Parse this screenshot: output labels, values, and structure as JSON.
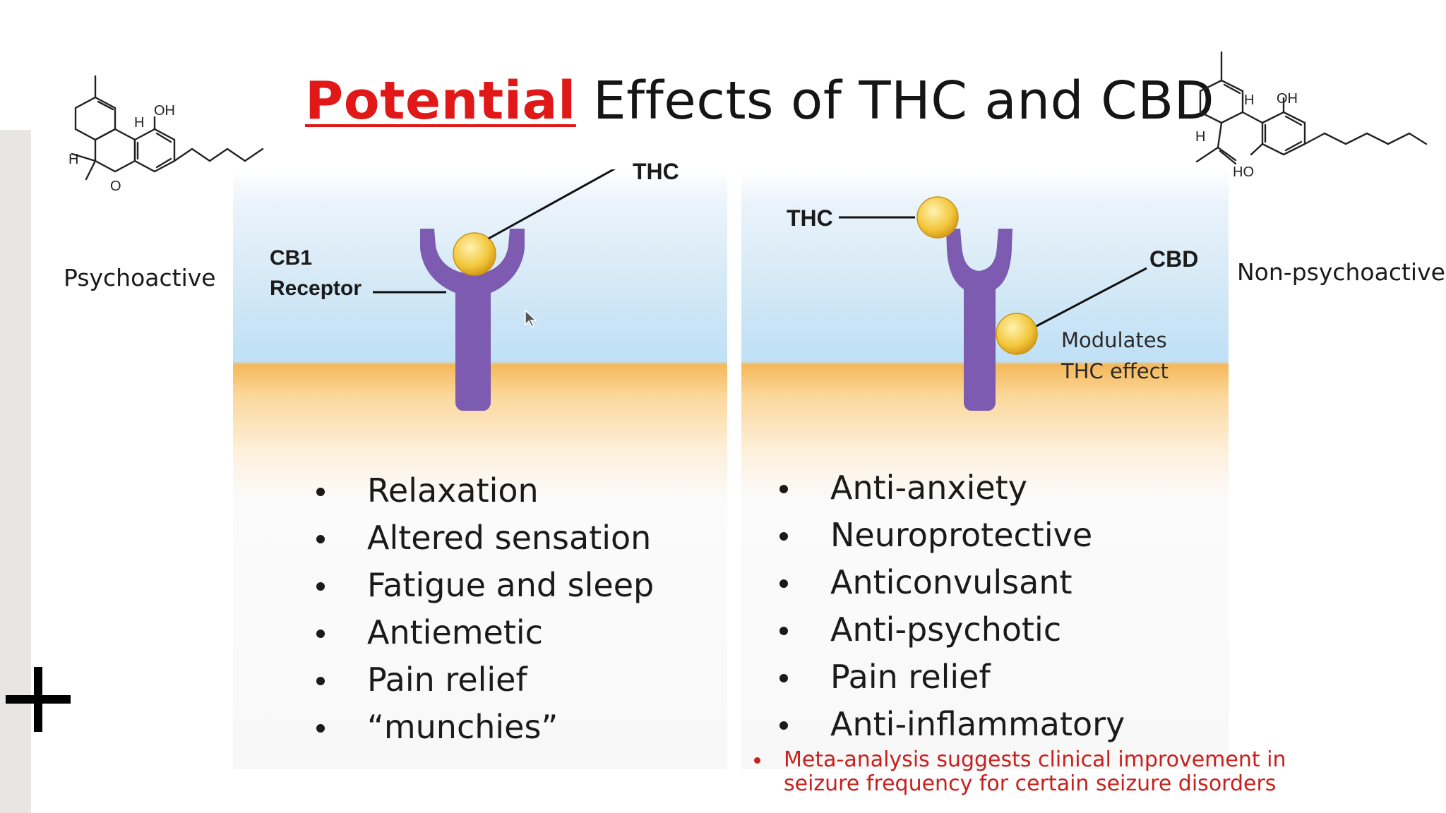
{
  "slide": {
    "title_emphasis": "Potential",
    "title_rest": " Effects of THC and CBD"
  },
  "thc_molecule": {
    "atom_labels": {
      "oh": "OH",
      "h_top": "H",
      "h_left": "H",
      "o": "O"
    },
    "caption": "Psychoactive"
  },
  "cbd_molecule": {
    "atom_labels": {
      "h_top": "H",
      "oh": "OH",
      "h_left": "H",
      "ho": "HO"
    },
    "caption": "Non-psychoactive"
  },
  "left_panel": {
    "receptor_label_line1": "CB1",
    "receptor_label_line2": "Receptor",
    "ligand_label": "THC",
    "effects": [
      "Relaxation",
      "Altered sensation",
      "Fatigue and sleep",
      "Antiemetic",
      "Pain relief",
      "“munchies”"
    ]
  },
  "right_panel": {
    "thc_label": "THC",
    "cbd_label": "CBD",
    "modulates_line1": "Modulates",
    "modulates_line2": "THC effect",
    "effects": [
      "Anti-anxiety",
      "Neuroprotective",
      "Anticonvulsant",
      "Anti-psychotic",
      "Pain relief",
      "Anti-inflammatory"
    ]
  },
  "footnote": {
    "line1": "Meta-analysis suggests clinical improvement in",
    "line2": "seizure frequency for certain seizure disorders"
  },
  "colors": {
    "title_emphasis": "#e01818",
    "receptor": "#7c5bb0",
    "ligand": "#f2c53a",
    "footnote": "#c8201c"
  },
  "icons": {
    "add": "plus-icon"
  }
}
